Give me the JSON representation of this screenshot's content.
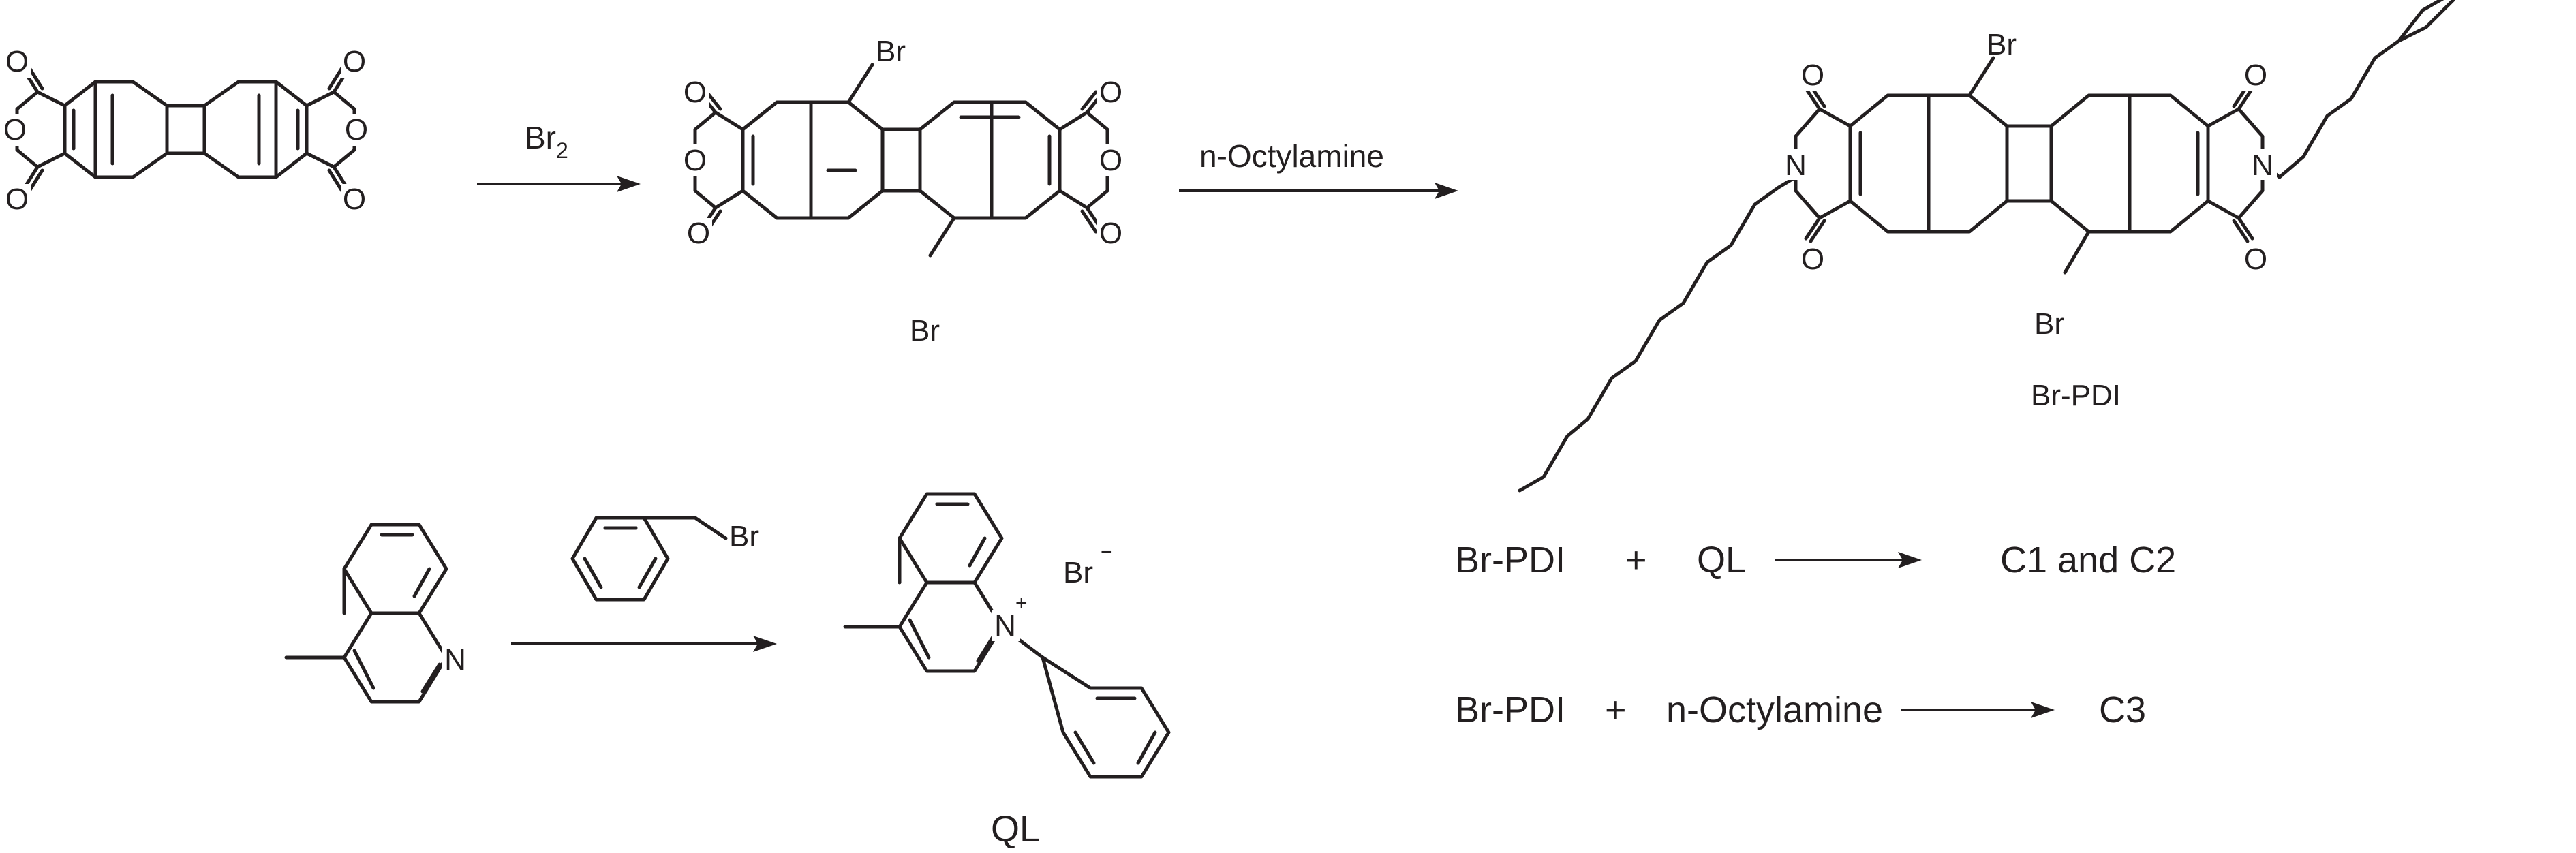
{
  "reaction1": {
    "reagent": "Br",
    "reagent_sub": "2",
    "product_substituents": [
      "Br",
      "Br"
    ],
    "anhydride_atoms": [
      "O",
      "O",
      "O",
      "O",
      "O",
      "O"
    ]
  },
  "reaction2": {
    "reagent": "n-Octylamine",
    "product_name": "Br-PDI",
    "imide_atoms": [
      "N",
      "N"
    ],
    "carbonyl_atoms": [
      "O",
      "O",
      "O",
      "O"
    ],
    "substituents": [
      "Br",
      "Br"
    ]
  },
  "reaction3": {
    "starting_atom": "N",
    "reagent_atom": "Br",
    "product_cation_atom": "N",
    "product_charge": "+",
    "counterion": "Br",
    "counterion_charge": "−",
    "product_name": "QL"
  },
  "equations": [
    {
      "reactant1": "Br-PDI",
      "plus": "+",
      "reactant2": "QL",
      "product": "C1 and C2"
    },
    {
      "reactant1": "Br-PDI",
      "plus": "+",
      "reactant2": "n-Octylamine",
      "product": "C3"
    }
  ]
}
